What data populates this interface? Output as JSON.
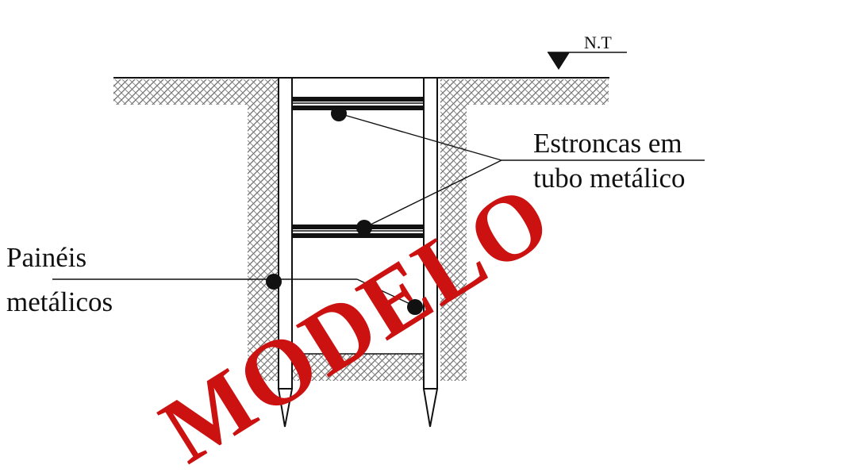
{
  "labels": {
    "ground_level": "N.T",
    "struts_line1": "Estroncas em",
    "struts_line2": "tubo metálico",
    "panels_line1": "Painéis",
    "panels_line2": "metálicos"
  },
  "watermark": {
    "text": "MODELO",
    "color": "#cc1111"
  },
  "colors": {
    "line": "#111111",
    "soil": "#555555",
    "background": "#ffffff"
  }
}
